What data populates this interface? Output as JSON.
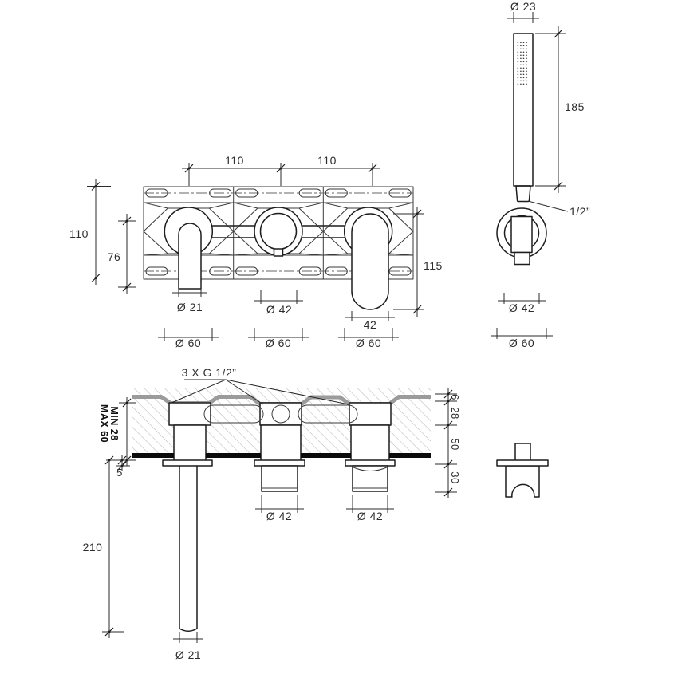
{
  "front_view": {
    "span_left": "110",
    "span_right": "110",
    "height": "110",
    "spout_drop": "76",
    "handle_height": "115",
    "spout_dia": "Ø 21",
    "cartridge_dia": "Ø 42",
    "handle_width": "42",
    "rosette_left": "Ø 60",
    "rosette_mid": "Ø 60",
    "rosette_right": "Ø 60"
  },
  "hand_shower": {
    "head_dia": "Ø 23",
    "length": "185",
    "thread": "1/2”",
    "holder_dia": "Ø 42",
    "rosette": "Ø 60"
  },
  "section": {
    "threads": "3 X G 1/2”",
    "wall_min": "MIN 28",
    "wall_max": "MAX 60",
    "tile": "6",
    "body": "28",
    "wall": "50",
    "handle": "30",
    "flange": "5",
    "spout_len": "210",
    "handle_dia_left": "Ø 42",
    "handle_dia_right": "Ø 42",
    "spout_dia": "Ø 21"
  }
}
